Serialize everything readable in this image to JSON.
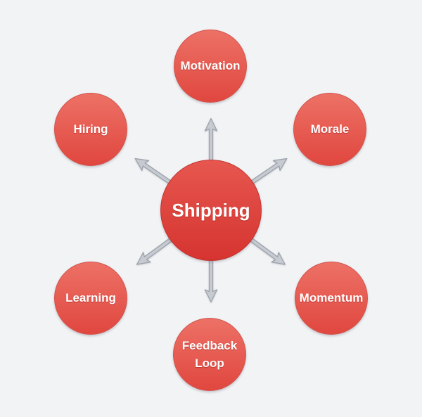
{
  "diagram": {
    "type": "radial-spoke-diagram",
    "center": {
      "label": "Shipping"
    },
    "spokes": [
      {
        "label": "Motivation",
        "position": "top"
      },
      {
        "label": "Morale",
        "position": "top-right"
      },
      {
        "label": "Momentum",
        "position": "bottom-right"
      },
      {
        "label": "Feedback Loop",
        "position": "bottom"
      },
      {
        "label": "Learning",
        "position": "bottom-left"
      },
      {
        "label": "Hiring",
        "position": "top-left"
      }
    ],
    "colors": {
      "background": "#f2f3f5",
      "center_node_top": "#e6574f",
      "center_node_bottom": "#d63430",
      "satellite_node_top": "#ed7166",
      "satellite_node_bottom": "#e0473f",
      "node_border": "#c2342f",
      "arrow_fill": "#c7cbd1",
      "arrow_stroke": "#9ba2ab",
      "label_text": "#ffffff"
    }
  }
}
